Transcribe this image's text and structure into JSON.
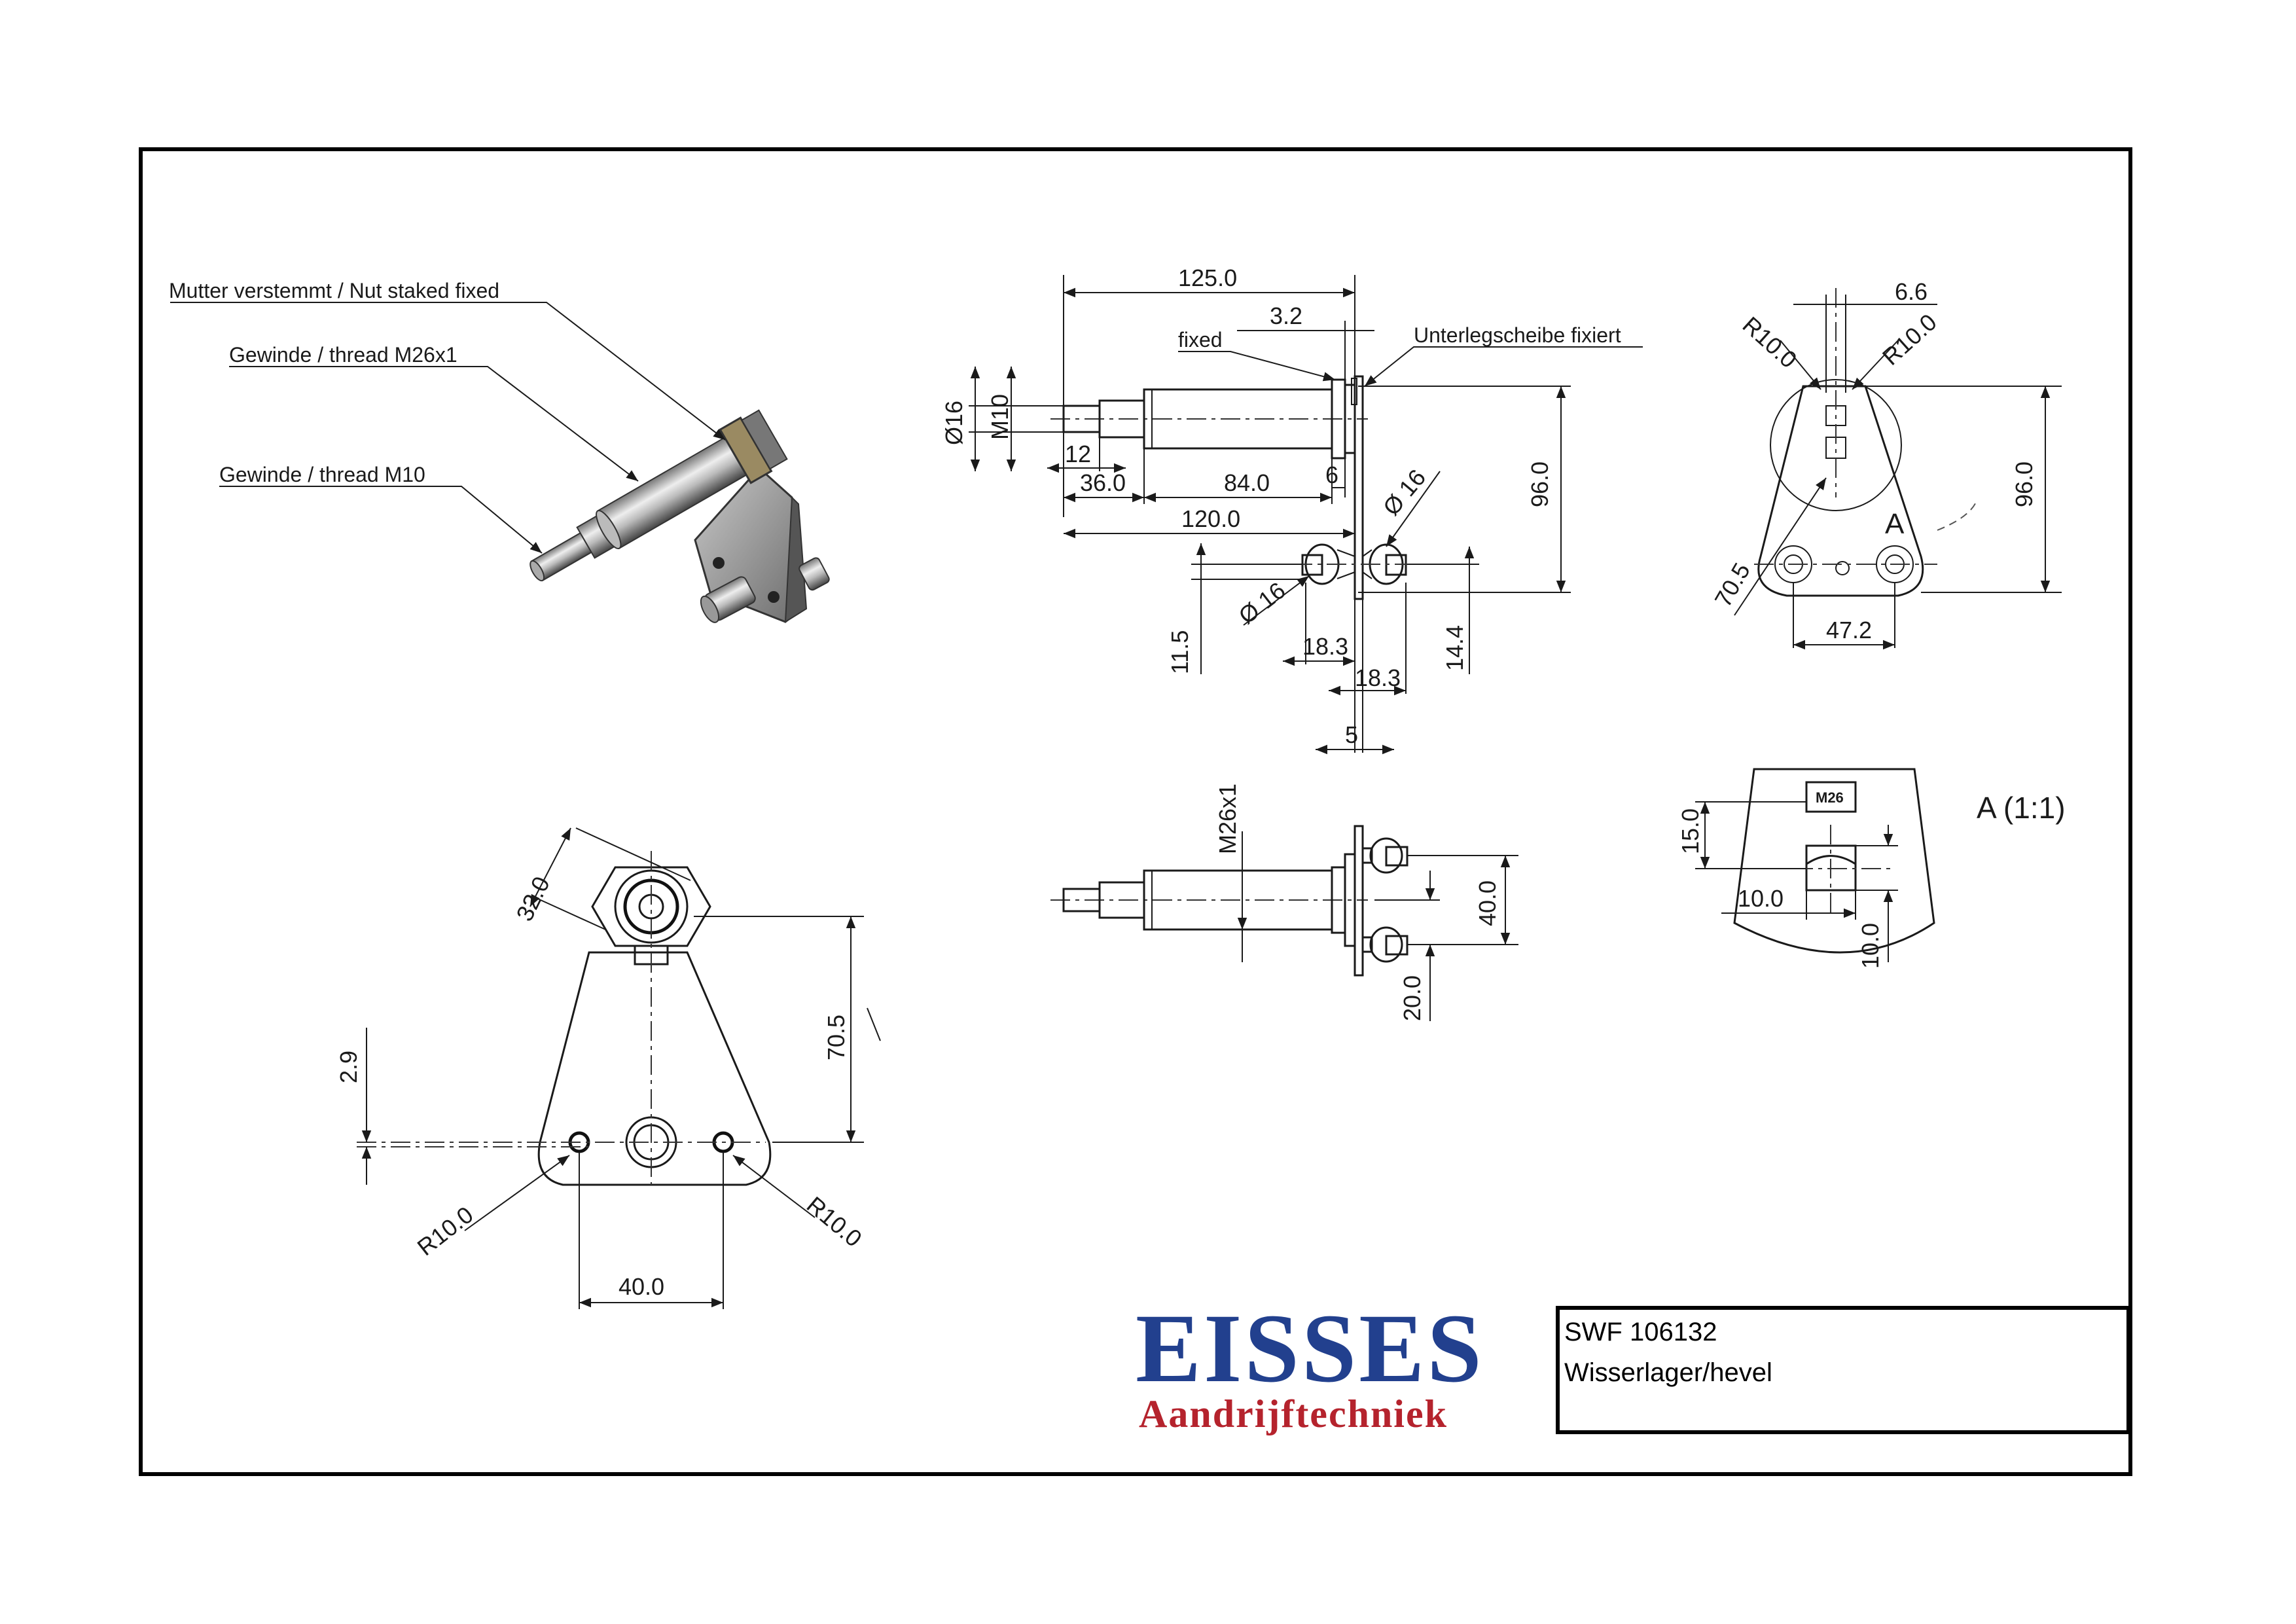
{
  "callouts": {
    "nut": "Mutter verstemmt / Nut staked fixed",
    "thread_m26": "Gewinde / thread M26x1",
    "thread_m10": "Gewinde / thread M10",
    "fixed": "fixed",
    "washer": "Unterlegscheibe fixiert"
  },
  "side_view": {
    "d125": "125.0",
    "d3_2": "3.2",
    "d16_a": "Ø16",
    "m10": "M10",
    "d12": "12",
    "d36": "36.0",
    "d84": "84.0",
    "d6": "6",
    "d120": "120.0",
    "d96": "96.0",
    "d16_b": "Ø 16",
    "d16_c": "Ø 16",
    "d11_5": "11.5",
    "d18_3_a": "18.3",
    "d18_3_b": "18.3",
    "d14_4": "14.4",
    "d5": "5"
  },
  "end_view": {
    "d6_6": "6.6",
    "r10_a": "R10.0",
    "r10_b": "R10.0",
    "d96": "96.0",
    "d70_5": "70.5",
    "d47_2": "47.2",
    "marker": "A"
  },
  "front_view": {
    "d32": "32.0",
    "d70_5": "70.5",
    "d2_9": "2.9",
    "r10_a": "R10.0",
    "r10_b": "R10.0",
    "d40": "40.0"
  },
  "top_view": {
    "m26": "M26x1",
    "d40": "40.0",
    "d20": "20.0"
  },
  "detail": {
    "title": "A (1:1)",
    "label_box": "M26",
    "d15": "15.0",
    "d10_a": "10.0",
    "d10_b": "10.0"
  },
  "logo": {
    "main": "EISSES",
    "sub": "Aandrijftechniek",
    "main_color": "#22408e",
    "sub_color": "#b5232d"
  },
  "title_block": {
    "part_number": "SWF 106132",
    "description": "Wisserlager/hevel"
  }
}
